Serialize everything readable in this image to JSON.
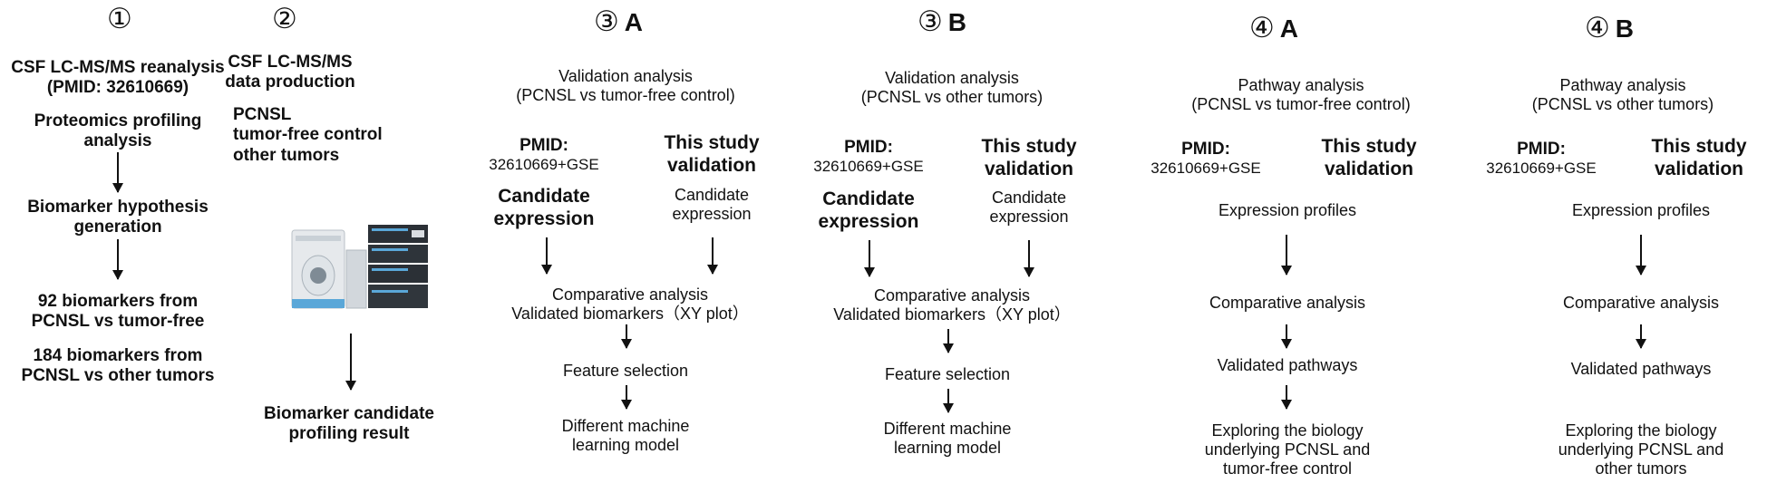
{
  "col1": {
    "header_sym": "①",
    "header_letter": "",
    "title_l1": "CSF LC-MS/MS reanalysis",
    "title_l2": "(PMID: 32610669)",
    "step1_l1": "Proteomics profiling",
    "step1_l2": "analysis",
    "step2_l1": "Biomarker hypothesis",
    "step2_l2": "generation",
    "res1_l1": "92 biomarkers from",
    "res1_l2": "PCNSL vs tumor-free",
    "res2_l1": "184 biomarkers from",
    "res2_l2": "PCNSL vs other tumors"
  },
  "col2": {
    "header_sym": "②",
    "header_letter": "",
    "title_l1": "CSF LC-MS/MS",
    "title_l2": "data production",
    "list_l1": "PCNSL",
    "list_l2": "tumor-free control",
    "list_l3": "other tumors",
    "instrument_icon": "lc-ms-instrument",
    "result_l1": "Biomarker candidate",
    "result_l2": "profiling result"
  },
  "col3a": {
    "header_sym": "③",
    "header_letter": "A",
    "title_l1": "Validation analysis",
    "title_l2": "(PCNSL vs tumor-free control)",
    "left_l1": "PMID:",
    "left_l2": "32610669+GSE",
    "left_bold_l1": "Candidate",
    "left_bold_l2": "expression",
    "right_bold_l1": "This study",
    "right_bold_l2": "validation",
    "right_l1": "Candidate",
    "right_l2": "expression",
    "comp_l1": "Comparative analysis",
    "comp_l2": "Validated biomarkers（XY plot）",
    "feature": "Feature selection",
    "ml_l1": "Different machine",
    "ml_l2": "learning model"
  },
  "col3b": {
    "header_sym": "③",
    "header_letter": "B",
    "title_l1": "Validation analysis",
    "title_l2": "(PCNSL vs other tumors)",
    "left_l1": "PMID:",
    "left_l2": "32610669+GSE",
    "left_bold_l1": "Candidate",
    "left_bold_l2": "expression",
    "right_bold_l1": "This study",
    "right_bold_l2": "validation",
    "right_l1": "Candidate",
    "right_l2": "expression",
    "comp_l1": "Comparative analysis",
    "comp_l2": "Validated biomarkers（XY plot）",
    "feature": "Feature selection",
    "ml_l1": "Different machine",
    "ml_l2": "learning model"
  },
  "col4a": {
    "header_sym": "④",
    "header_letter": "A",
    "title_l1": "Pathway analysis",
    "title_l2": "(PCNSL vs tumor-free control)",
    "left_l1": "PMID:",
    "left_l2": "32610669+GSE",
    "right_bold_l1": "This study",
    "right_bold_l2": "validation",
    "expr": "Expression  profiles",
    "comp": "Comparative analysis",
    "valid": "Validated pathways",
    "explore_l1": "Exploring the biology",
    "explore_l2": "underlying PCNSL and",
    "explore_l3": "tumor-free control"
  },
  "col4b": {
    "header_sym": "④",
    "header_letter": "B",
    "title_l1": "Pathway analysis",
    "title_l2": "(PCNSL vs other tumors)",
    "left_l1": "PMID:",
    "left_l2": "32610669+GSE",
    "right_bold_l1": "This study",
    "right_bold_l2": "validation",
    "expr": "Expression  profiles",
    "comp": "Comparative analysis",
    "valid": "Validated pathways",
    "explore_l1": "Exploring the biology",
    "explore_l2": "underlying PCNSL and",
    "explore_l3": "other tumors"
  }
}
